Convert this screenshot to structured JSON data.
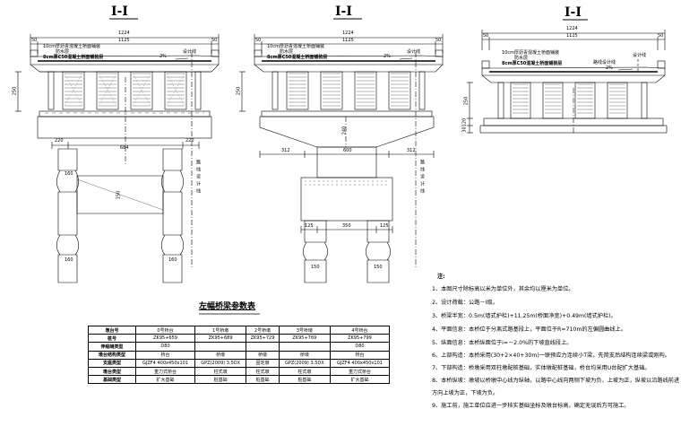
{
  "sections": [
    {
      "title": "I-I",
      "dims": {
        "total": "1224",
        "left": "50",
        "mid": "1125",
        "right": "50"
      },
      "layers": [
        "10cm厚沥青混凝土桥面铺装",
        "防水层",
        "8cm厚C50混凝土桥面铺装层"
      ],
      "design_line": "设计线",
      "slope": "2%",
      "girder_height": "250",
      "cap_dims": [
        "220",
        "684",
        "220"
      ],
      "pier_dims": [
        "160",
        "150",
        "160",
        "160"
      ],
      "side_label": "路线设计线"
    },
    {
      "title": "I-I",
      "dims": {
        "total": "1224",
        "left": "50",
        "mid": "1125",
        "right": "50"
      },
      "layers": [
        "10cm厚沥青混凝土桥面铺装",
        "防水层",
        "8cm厚C50混凝土桥面铺装层"
      ],
      "design_line": "设计线",
      "slope": "2%",
      "girder_height": "250",
      "cap_dims": [
        "312",
        "600",
        "312"
      ],
      "cap_height": "240",
      "pier_dims": [
        "125",
        "350",
        "125",
        "150",
        "150"
      ],
      "side_label": "路线设计线"
    },
    {
      "title": "I-I",
      "dims": {
        "total": "1224",
        "left": "50",
        "mid": "1125",
        "right": "50"
      },
      "layers": [
        "10cm厚沥青混凝土桥面铺装",
        "防水层",
        "8cm厚C50混凝土桥面铺装层"
      ],
      "design_line": "设计线",
      "design_line2": "路线设计线",
      "slope": "2%",
      "girder_height": "250",
      "base_dims": [
        "120",
        "30"
      ]
    }
  ],
  "table": {
    "title": "左幅桥梁参数表",
    "rows": [
      [
        "墩台号",
        "0号桥台",
        "1号桥墩",
        "2号桥墩",
        "3号桥墩",
        "4号桥台"
      ],
      [
        "桩号",
        "ZK95+659",
        "ZK95+689",
        "ZK95+729",
        "ZK95+769",
        "ZK95+799"
      ],
      [
        "伸缩缝类型",
        "D80",
        "",
        "",
        "",
        "D80"
      ],
      [
        "墩台结构类型",
        "桥台",
        "桥墩",
        "桥墩",
        "桥墩",
        "桥台"
      ],
      [
        "支座类型",
        "GJZF4 400x450x101",
        "GPZ(2009) 3.5DX",
        "固定墩",
        "GPZ(2009) 3.5DX",
        "GJZF4 400x450x101"
      ],
      [
        "墩台类型",
        "重力式桥台",
        "柱式墩",
        "柱式墩",
        "柱式墩",
        "重力式桥台"
      ],
      [
        "基础类型",
        "扩大基础",
        "桩基础",
        "桩基础",
        "桩基础",
        "扩大基础"
      ]
    ]
  },
  "notes": {
    "heading": "注:",
    "items": [
      "1、本图尺寸除标高以米为单位外，其余均以厘米为单位。",
      "2、设计荷载：公路－I级。",
      "3、桥梁半宽：0.5m(墙式护栏)+11.25m(桥面净宽)+0.49m(墙式护栏)。",
      "4、平面信息：本桥位于分离式路基段上，平面位于R=710m的左偏圆曲线上。",
      "5、纵面信息：本桥纵面位于i=－2.0%的下坡直线段上。",
      "6、上部构造：本桥采用(30+2×40+30m)一联预应力连续小T梁，先简支后结构连续梁或刚构。",
      "7、下部构造：桥墩采用双柱墩配桩基础，实体墩配桩基础，桥台均采用U台配扩大基础。",
      "8、本桥纵坡：墩坡以桥墩中心线为纵轴，以路中心线向两侧下坡为负，上坡为正，纵坡以沿路线前进",
      "方向上坡为正，下坡为负。",
      "9、施工前，施工单位应进一步核实基础坐标及墩台标高，确定无误后方可施工。"
    ]
  }
}
